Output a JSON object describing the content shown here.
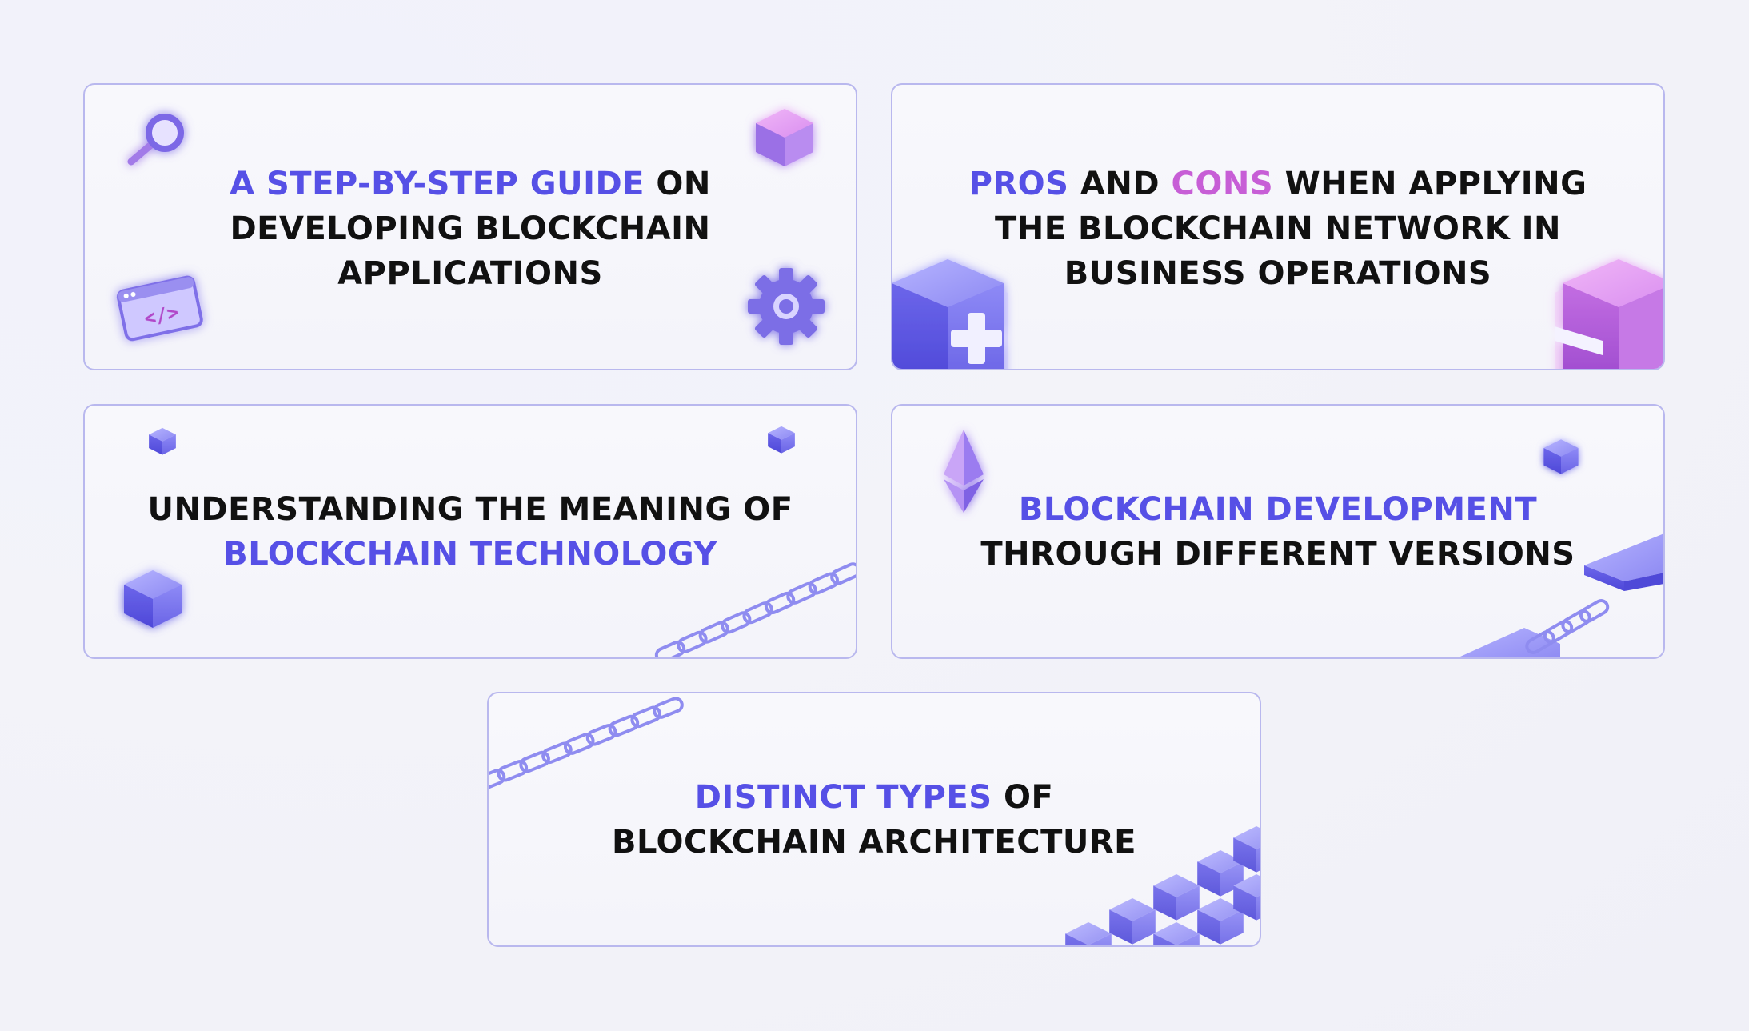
{
  "colors": {
    "accent": "#5650e6",
    "accent_pink": "#c75ed6",
    "text": "#111111",
    "card_border": "#b9b8ee",
    "background": "#f2f2f9"
  },
  "cards": [
    {
      "id": "step-by-step-guide",
      "title_accent": "A STEP-BY-STEP GUIDE",
      "title_rest_1": " ON",
      "title_line_2": "DEVELOPING BLOCKCHAIN",
      "title_line_3": "APPLICATIONS",
      "icons": [
        "magnifier-icon",
        "cube-icon",
        "code-window-icon",
        "gear-icon"
      ]
    },
    {
      "id": "pros-and-cons",
      "title_accent_1": "PROS",
      "title_mid": " AND ",
      "title_accent_2": "CONS",
      "title_rest_1": " WHEN APPLYING",
      "title_line_2": "THE BLOCKCHAIN NETWORK IN",
      "title_line_3": "BUSINESS OPERATIONS",
      "icons": [
        "plus-cube-icon",
        "minus-cube-icon"
      ]
    },
    {
      "id": "meaning-of-blockchain",
      "title_line_1": "UNDERSTANDING THE MEANING OF",
      "title_accent": "BLOCKCHAIN TECHNOLOGY",
      "icons": [
        "cube-icon",
        "cube-icon",
        "cube-icon",
        "chain-icon"
      ]
    },
    {
      "id": "blockchain-versions",
      "title_accent": "BLOCKCHAIN DEVELOPMENT",
      "title_line_2": "THROUGH DIFFERENT VERSIONS",
      "icons": [
        "ethereum-icon",
        "cube-icon",
        "cube-icon",
        "chain-icon"
      ]
    },
    {
      "id": "blockchain-architecture",
      "title_accent": "DISTINCT TYPES",
      "title_rest_1": " OF",
      "title_line_2": "BLOCKCHAIN ARCHITECTURE",
      "icons": [
        "chain-icon",
        "cube-stack-icon"
      ]
    }
  ]
}
